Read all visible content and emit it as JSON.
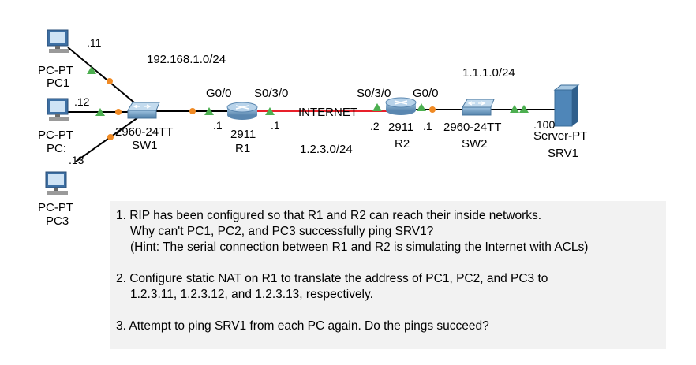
{
  "colors": {
    "link": "#000000",
    "serial": "#e8202a",
    "up": "#4caf50",
    "orange": "#f08a24"
  },
  "networks": {
    "inside": "192.168.1.0/24",
    "serial": "1.2.3.0/24",
    "server": "1.1.1.0/24",
    "internet": "INTERNET"
  },
  "devices": {
    "pc1": {
      "type": "PC-PT",
      "name": "PC1",
      "ip": ".11",
      "icon": "pc-icon"
    },
    "pc2": {
      "type": "PC-PT",
      "name": "PC:",
      "ip": ".12",
      "icon": "pc-icon"
    },
    "pc3": {
      "type": "PC-PT",
      "name": "PC3",
      "ip": ".13",
      "icon": "pc-icon"
    },
    "sw1": {
      "model": "2960-24TT",
      "name": "SW1",
      "icon": "switch-icon"
    },
    "r1": {
      "model": "2911",
      "name": "R1",
      "g0": "G0/0",
      "s0": "S0/3/0",
      "g0_ip": ".1",
      "s0_ip": ".1",
      "icon": "router-icon"
    },
    "r2": {
      "model": "2911",
      "name": "R2",
      "g0": "G0/0",
      "s0": "S0/3/0",
      "g0_ip": ".1",
      "s0_ip": ".2",
      "icon": "router-icon"
    },
    "sw2": {
      "model": "2960-24TT",
      "name": "SW2",
      "icon": "switch-icon"
    },
    "srv1": {
      "type": "Server-PT",
      "name": "SRV1",
      "ip": ".100",
      "icon": "server-icon"
    }
  },
  "instructions": [
    {
      "lines": [
        "1. RIP has been configured so that R1 and R2 can reach their inside networks.",
        "Why can't PC1, PC2, and PC3 successfully ping SRV1?",
        "(Hint: The serial connection between R1 and R2 is simulating the Internet with ACLs)"
      ]
    },
    {
      "lines": [
        "2. Configure static NAT on R1 to translate the address of PC1, PC2, and PC3 to",
        "1.2.3.11, 1.2.3.12, and 1.2.3.13, respectively."
      ]
    },
    {
      "lines": [
        "3. Attempt to ping SRV1 from each PC again.  Do the pings succeed?"
      ]
    }
  ]
}
